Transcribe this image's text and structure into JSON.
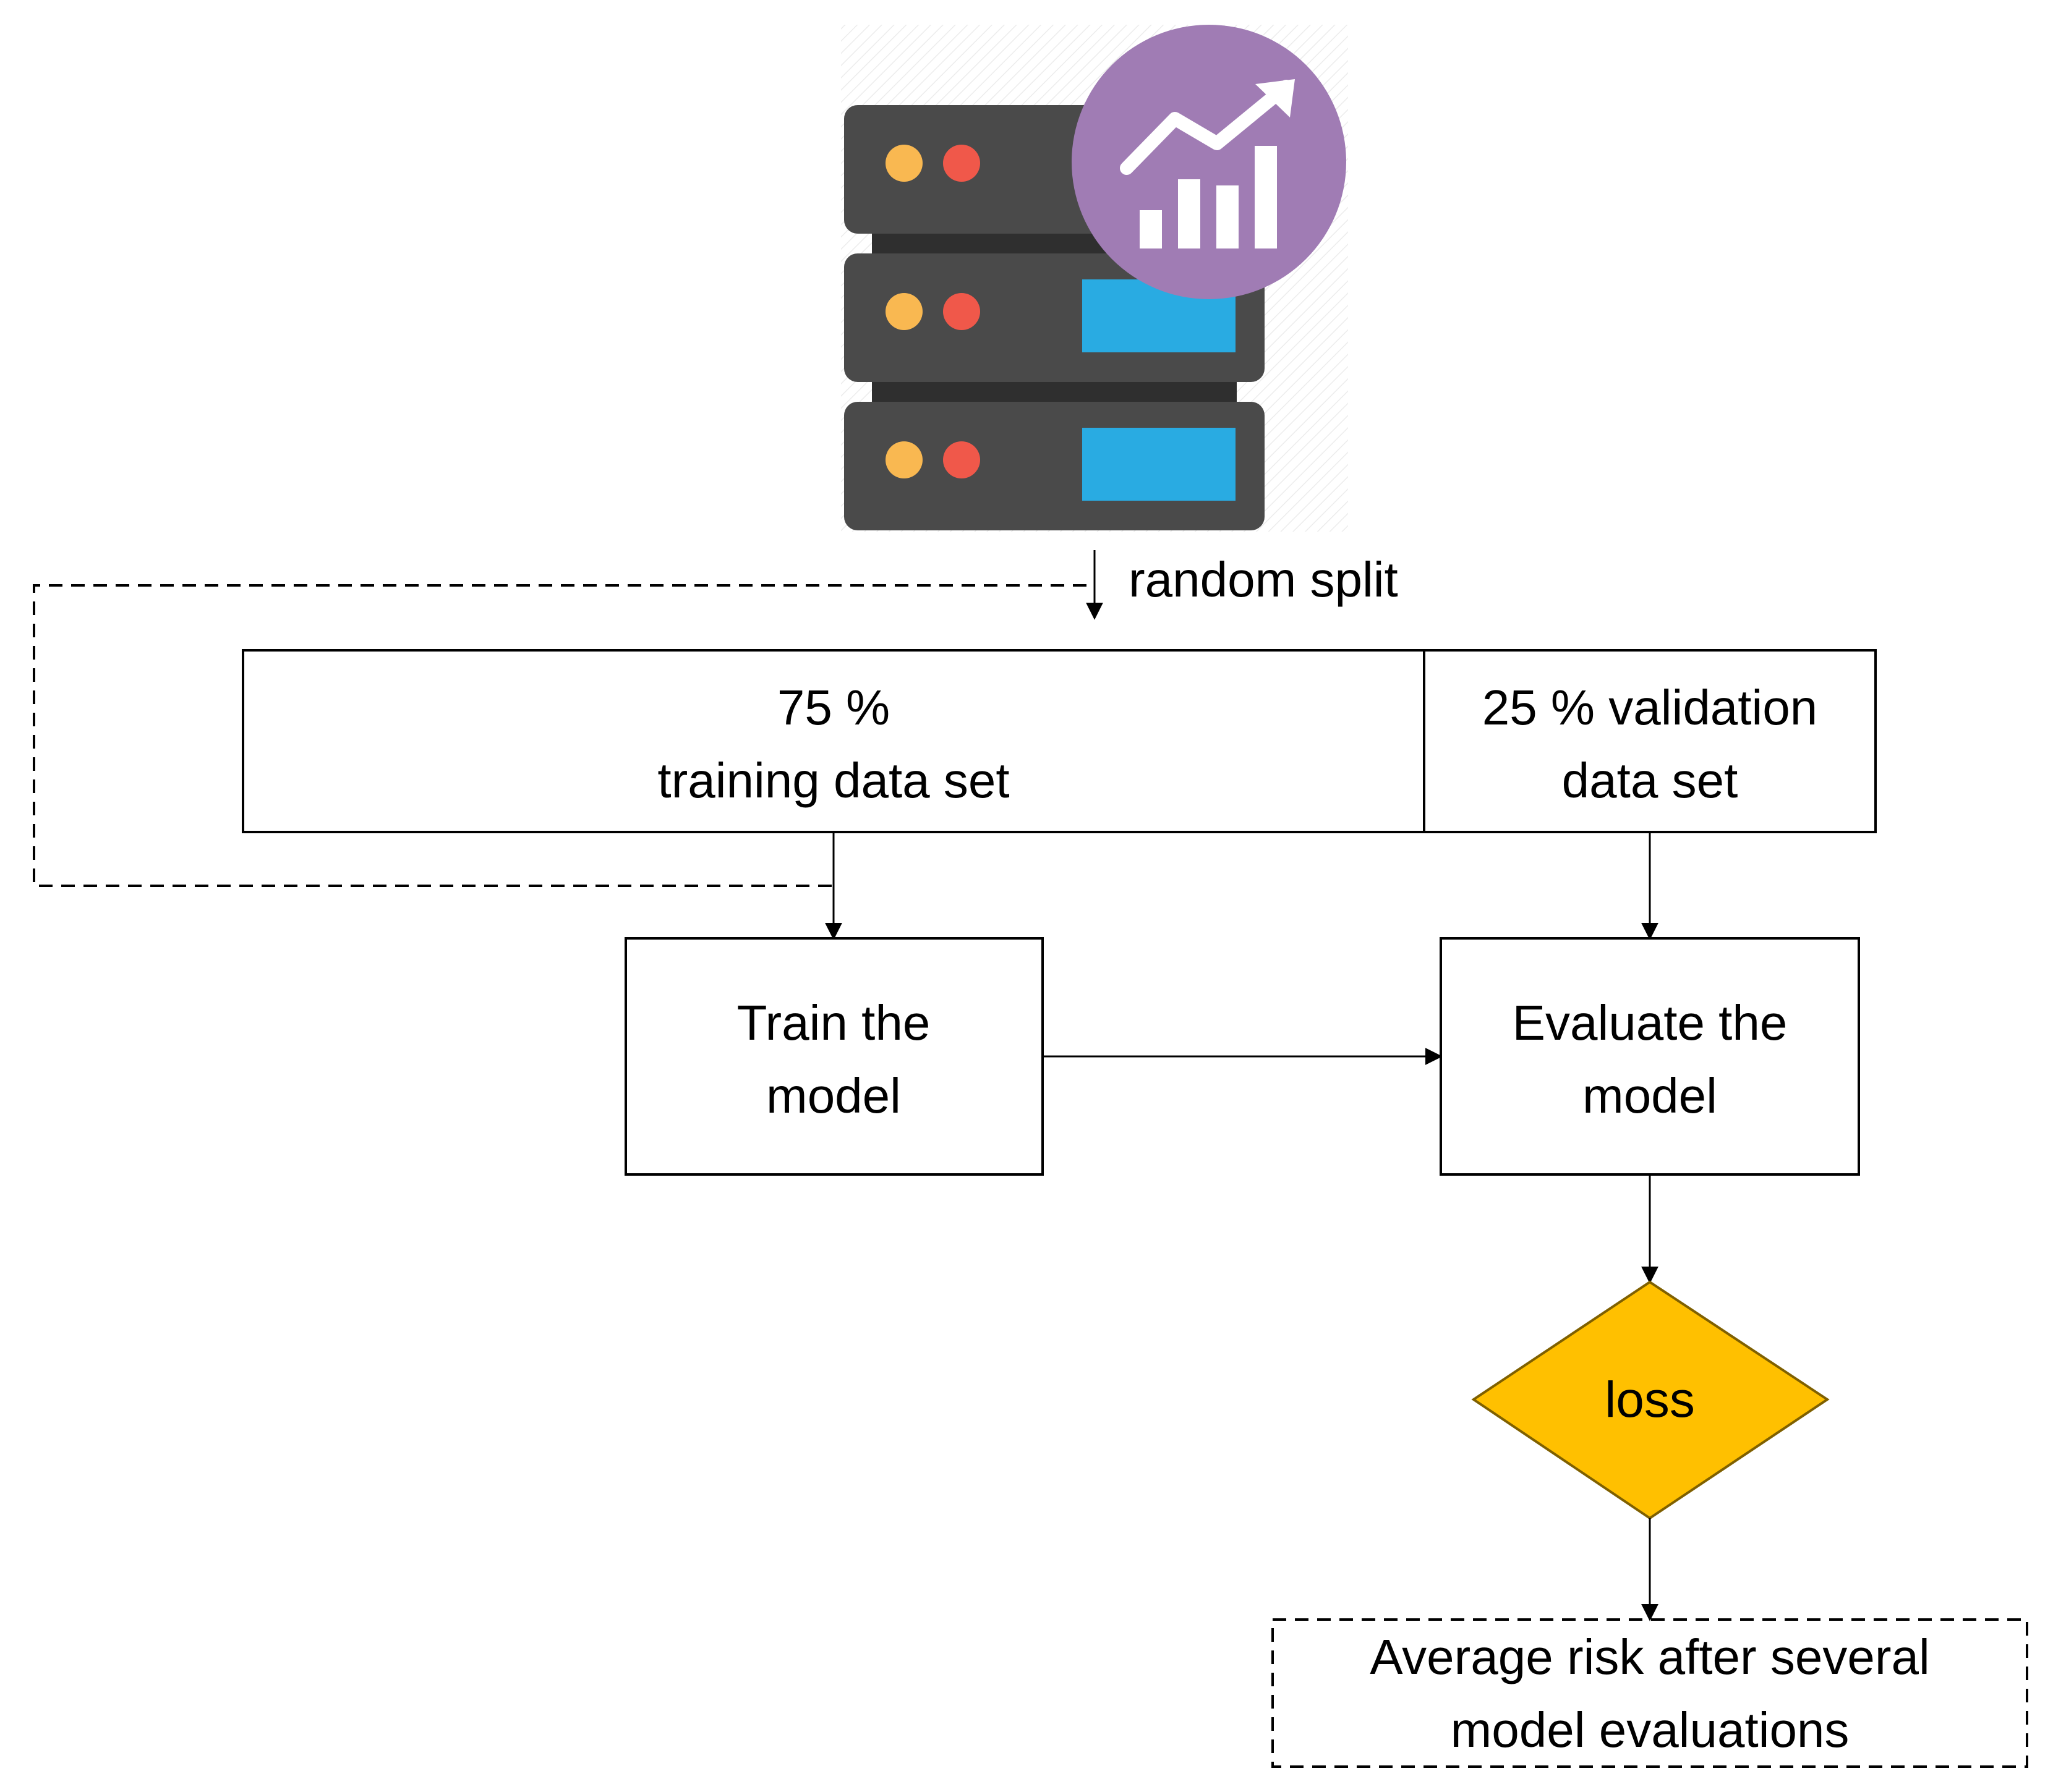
{
  "labels": {
    "random_split": "random split",
    "training_pct": "75 %",
    "training_text": "training data set",
    "validation_line1": "25 % validation",
    "validation_line2": "data set",
    "train_line1": "Train the",
    "train_line2": "model",
    "evaluate_line1": "Evaluate the",
    "evaluate_line2": "model",
    "loss": "loss",
    "average_line1": "Average risk after several",
    "average_line2": "model evaluations"
  },
  "icons": {
    "database": "server-stack-icon",
    "analytics": "chart-growth-icon"
  },
  "colors": {
    "loss_diamond": "#FFC000",
    "server_body": "#4A4A4A",
    "server_screen": "#29ABE2",
    "badge": "#A07CB4",
    "led_yellow": "#F9B851",
    "led_red": "#F0584A"
  }
}
